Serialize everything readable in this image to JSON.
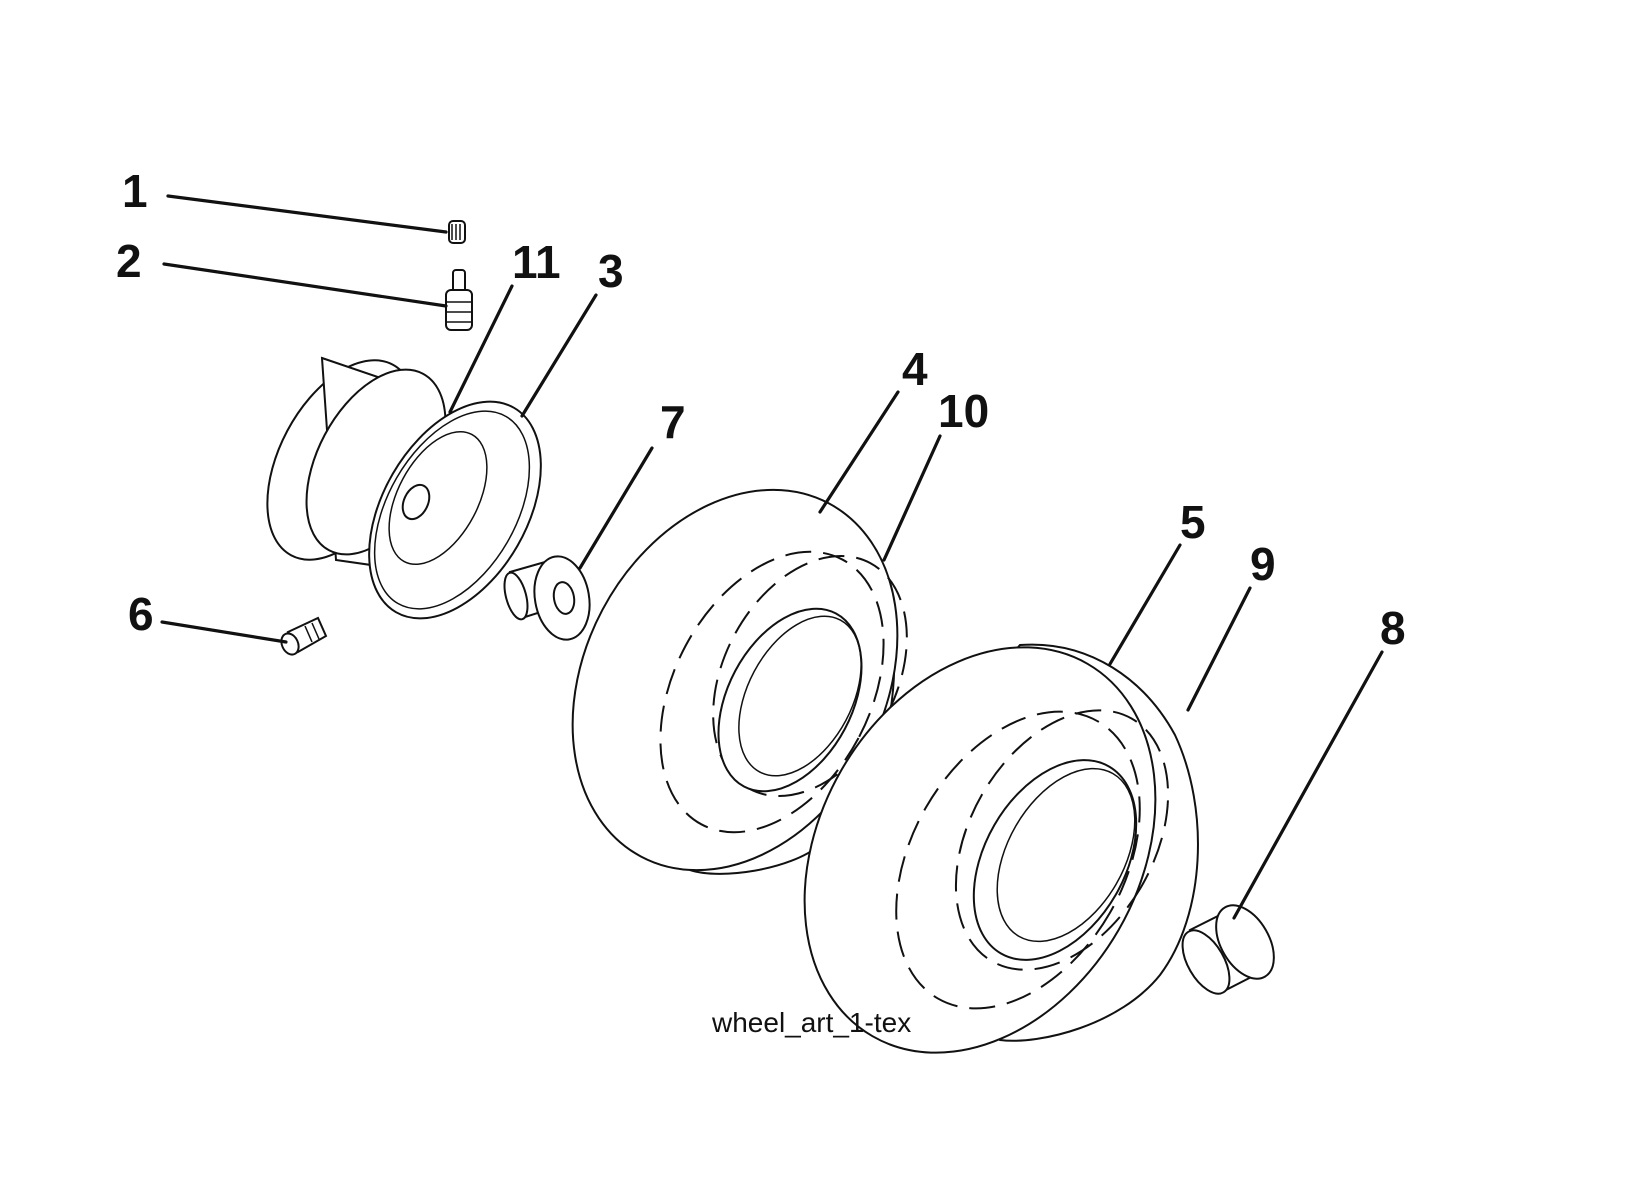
{
  "diagram": {
    "caption": "wheel_art_1-tex",
    "callouts": [
      "1",
      "2",
      "11",
      "3",
      "4",
      "10",
      "7",
      "5",
      "9",
      "8",
      "6"
    ]
  }
}
